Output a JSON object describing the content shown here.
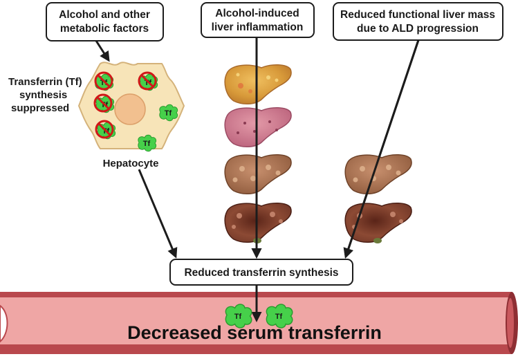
{
  "boxes": {
    "alcohol_factors": [
      "Alcohol and other",
      "metabolic factors"
    ],
    "inflammation": [
      "Alcohol-induced",
      "liver inflammation"
    ],
    "reduced_mass": [
      "Reduced functional liver mass",
      "due to ALD progression"
    ],
    "reduced_synthesis": "Reduced transferrin synthesis"
  },
  "labels": {
    "tf_suppressed": [
      "Transferrin (Tf)",
      "synthesis",
      "suppressed"
    ],
    "hepatocyte": "Hepatocyte",
    "tf": "Tf",
    "decreased": "Decreased serum transferrin"
  },
  "colors": {
    "vessel_wall": "#b9484d",
    "vessel_lumen": "#efa6a5",
    "hepatocyte_fill": "#f7e4b8",
    "hepatocyte_stroke": "#d4b27a",
    "nucleus": "#f2c08f",
    "tf_protein": "#46d04a",
    "inhibit": "#d01818",
    "arrow": "#1c1c1c"
  },
  "icons": [
    "hepatocyte-cell-icon",
    "transferrin-protein-icon",
    "inhibition-symbol-icon",
    "liver-icon",
    "blood-vessel-icon"
  ]
}
